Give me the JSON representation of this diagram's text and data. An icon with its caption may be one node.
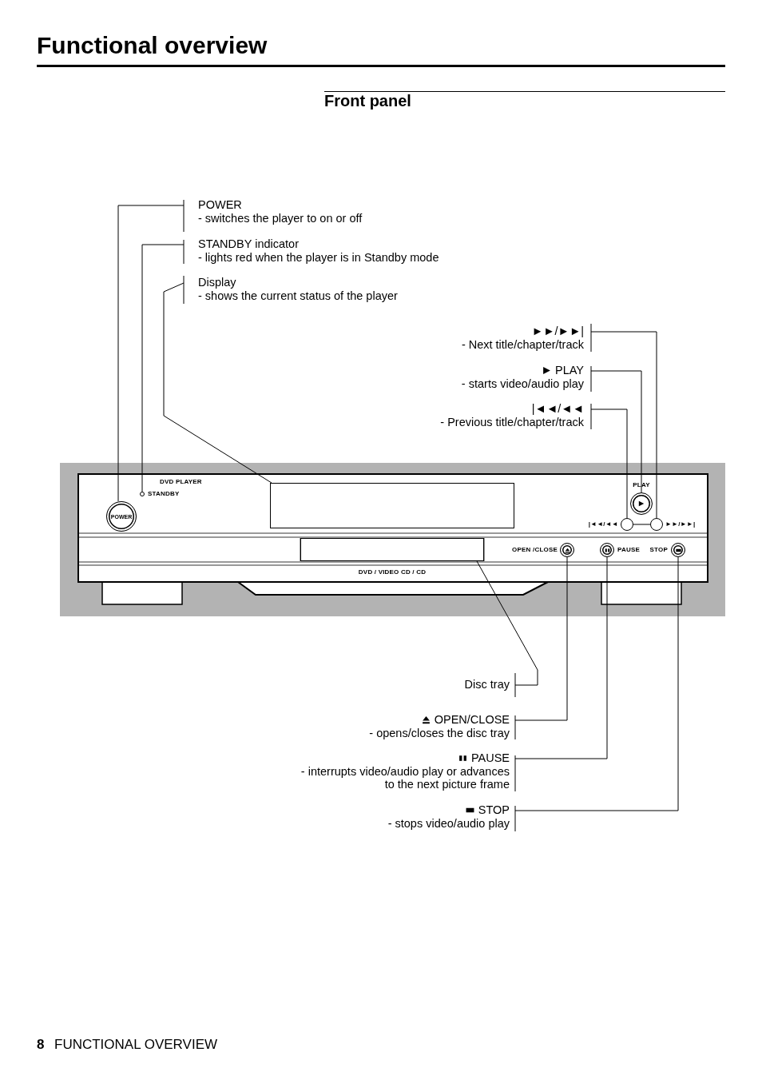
{
  "diagram": {
    "title": "Functional overview",
    "nodes": [
      {
        "text": [
          "POWER",
          "- switches the player to on or off"
        ]
      },
      {
        "text": [
          "STANDBY indicator",
          "- lights red when the player is in Standby mode"
        ]
      },
      {
        "text": [
          "Display",
          "- shows the current status of the player"
        ]
      },
      {
        "text": [
          "►►/►►|",
          "- Next title/chapter/track"
        ]
      },
      {
        "text": [
          "PLAY",
          "- starts video/audio play"
        ]
      },
      {
        "text": [
          "|◄◄/◄◄",
          "- Previous title/chapter/track"
        ]
      },
      {
        "text": [
          "Disc tray"
        ]
      },
      {
        "text": [
          "OPEN/CLOSE",
          "- opens/closes the disc tray"
        ]
      },
      {
        "text": [
          "PAUSE",
          "- interrupts video/audio play or advances to the next picture frame"
        ]
      },
      {
        "text": [
          "STOP",
          "- stops video/audio play"
        ]
      },
      {
        "text": [
          "POWER"
        ]
      },
      {
        "text": [],
        "shape": "circle",
        "beside": [
          "STANDBY"
        ]
      },
      {
        "text": [],
        "shape": "box"
      },
      {
        "text": [],
        "shape": "circle",
        "beside": [
          "►►/►►|"
        ]
      },
      {
        "text": [],
        "shape": "circle",
        "beside": [
          "PLAY"
        ]
      },
      {
        "text": [],
        "shape": "circle",
        "beside": [
          "|◄◄/◄◄"
        ]
      },
      {
        "text": [],
        "shape": "box"
      },
      {
        "text": [],
        "shape": "circle",
        "beside": [
          "OPEN /CLOSE"
        ]
      },
      {
        "text": [],
        "shape": "circle",
        "beside": [
          "PAUSE"
        ]
      },
      {
        "text": [],
        "shape": "circle",
        "beside": [
          "STOP"
        ]
      }
    ],
    "edges": [
      {
        "from": 0,
        "to": 10,
        "arrow": "none"
      },
      {
        "from": 1,
        "to": 11,
        "arrow": "none"
      },
      {
        "from": 2,
        "to": 12,
        "arrow": "none"
      },
      {
        "from": 3,
        "to": 13,
        "arrow": "none"
      },
      {
        "from": 4,
        "to": 14,
        "arrow": "none"
      },
      {
        "from": 5,
        "to": 15,
        "arrow": "none"
      },
      {
        "from": 6,
        "to": 16,
        "arrow": "none"
      },
      {
        "from": 7,
        "to": 17,
        "arrow": "none"
      },
      {
        "from": 8,
        "to": 18,
        "arrow": "none"
      },
      {
        "from": 9,
        "to": 19,
        "arrow": "none"
      },
      {
        "from": 15,
        "to": 13,
        "arrow": "none"
      }
    ],
    "labels": [
      "Front panel",
      "DVD PLAYER",
      "DVD / VIDEO CD / CD",
      "8",
      "FUNCTIONAL OVERVIEW"
    ]
  }
}
